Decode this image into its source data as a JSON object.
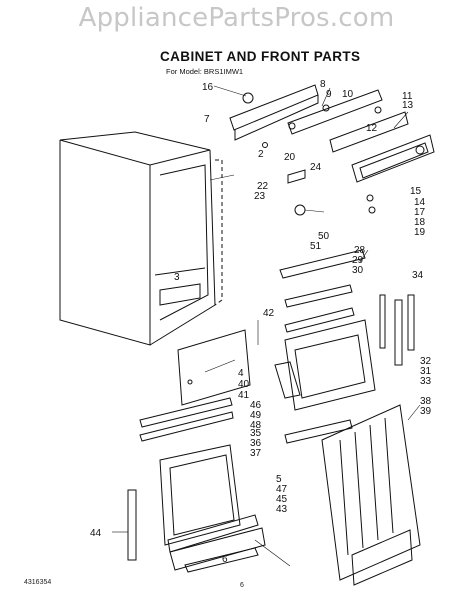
{
  "watermark": "AppliancePartsPros.com",
  "title": "CABINET AND FRONT PARTS",
  "model_line": "For Model: BRS1IMW1",
  "doc_number": "4316354",
  "page_number": "6",
  "callouts": [
    "16",
    "8",
    "9",
    "10",
    "11",
    "13",
    "7",
    "2",
    "12",
    "20",
    "24",
    "22",
    "23",
    "15",
    "14",
    "17",
    "18",
    "19",
    "50",
    "51",
    "28",
    "29",
    "30",
    "3",
    "34",
    "42",
    "32",
    "31",
    "33",
    "4",
    "40",
    "41",
    "46",
    "49",
    "48",
    "35",
    "38",
    "39",
    "36",
    "37",
    "5",
    "47",
    "45",
    "43",
    "44",
    "6"
  ]
}
